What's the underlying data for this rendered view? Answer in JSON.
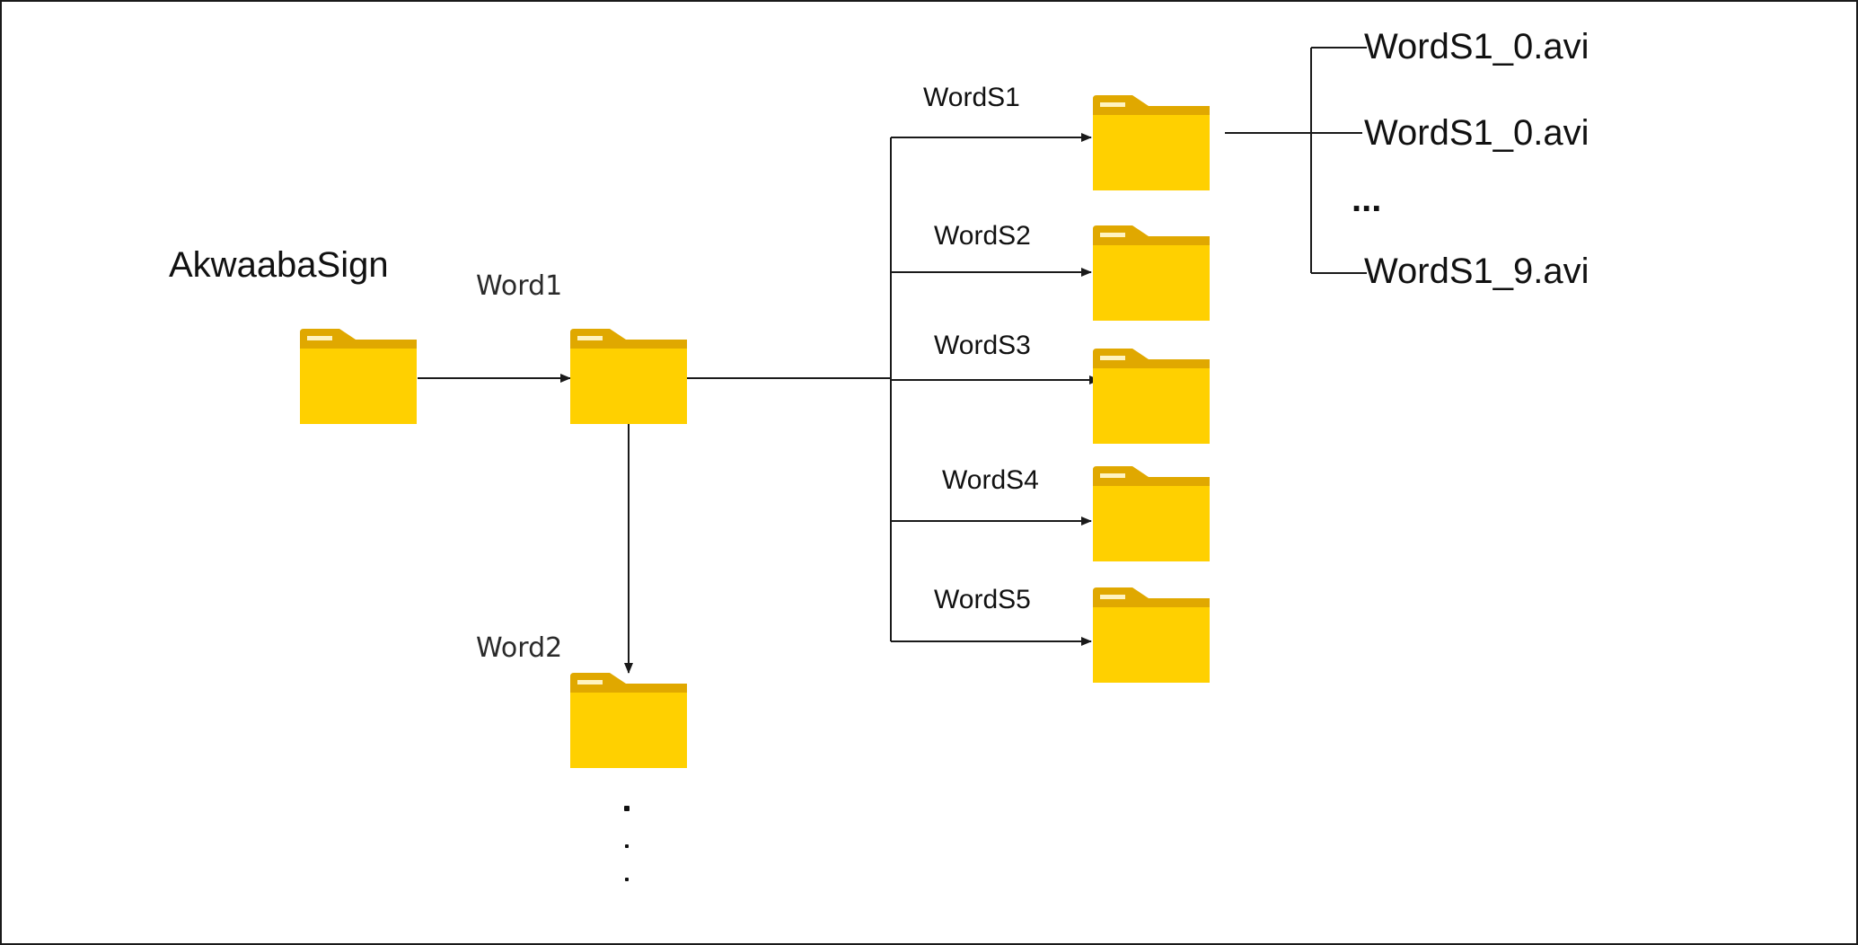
{
  "diagram": {
    "root": {
      "label": "AkwaabaSign"
    },
    "words": [
      {
        "label": "Word1"
      },
      {
        "label": "Word2"
      }
    ],
    "word_signs": [
      {
        "label": "WordS1"
      },
      {
        "label": "WordS2"
      },
      {
        "label": "WordS3"
      },
      {
        "label": "WordS4"
      },
      {
        "label": "WordS5"
      }
    ],
    "files": [
      {
        "label": "WordS1_0.avi"
      },
      {
        "label": "WordS1_0.avi"
      },
      {
        "label": "..."
      },
      {
        "label": "WordS1_9.avi"
      }
    ],
    "folder_icon": "folder-icon",
    "colors": {
      "folder_body": "#FFD000",
      "folder_tab": "#E0A800",
      "line": "#1a1a1a"
    }
  }
}
